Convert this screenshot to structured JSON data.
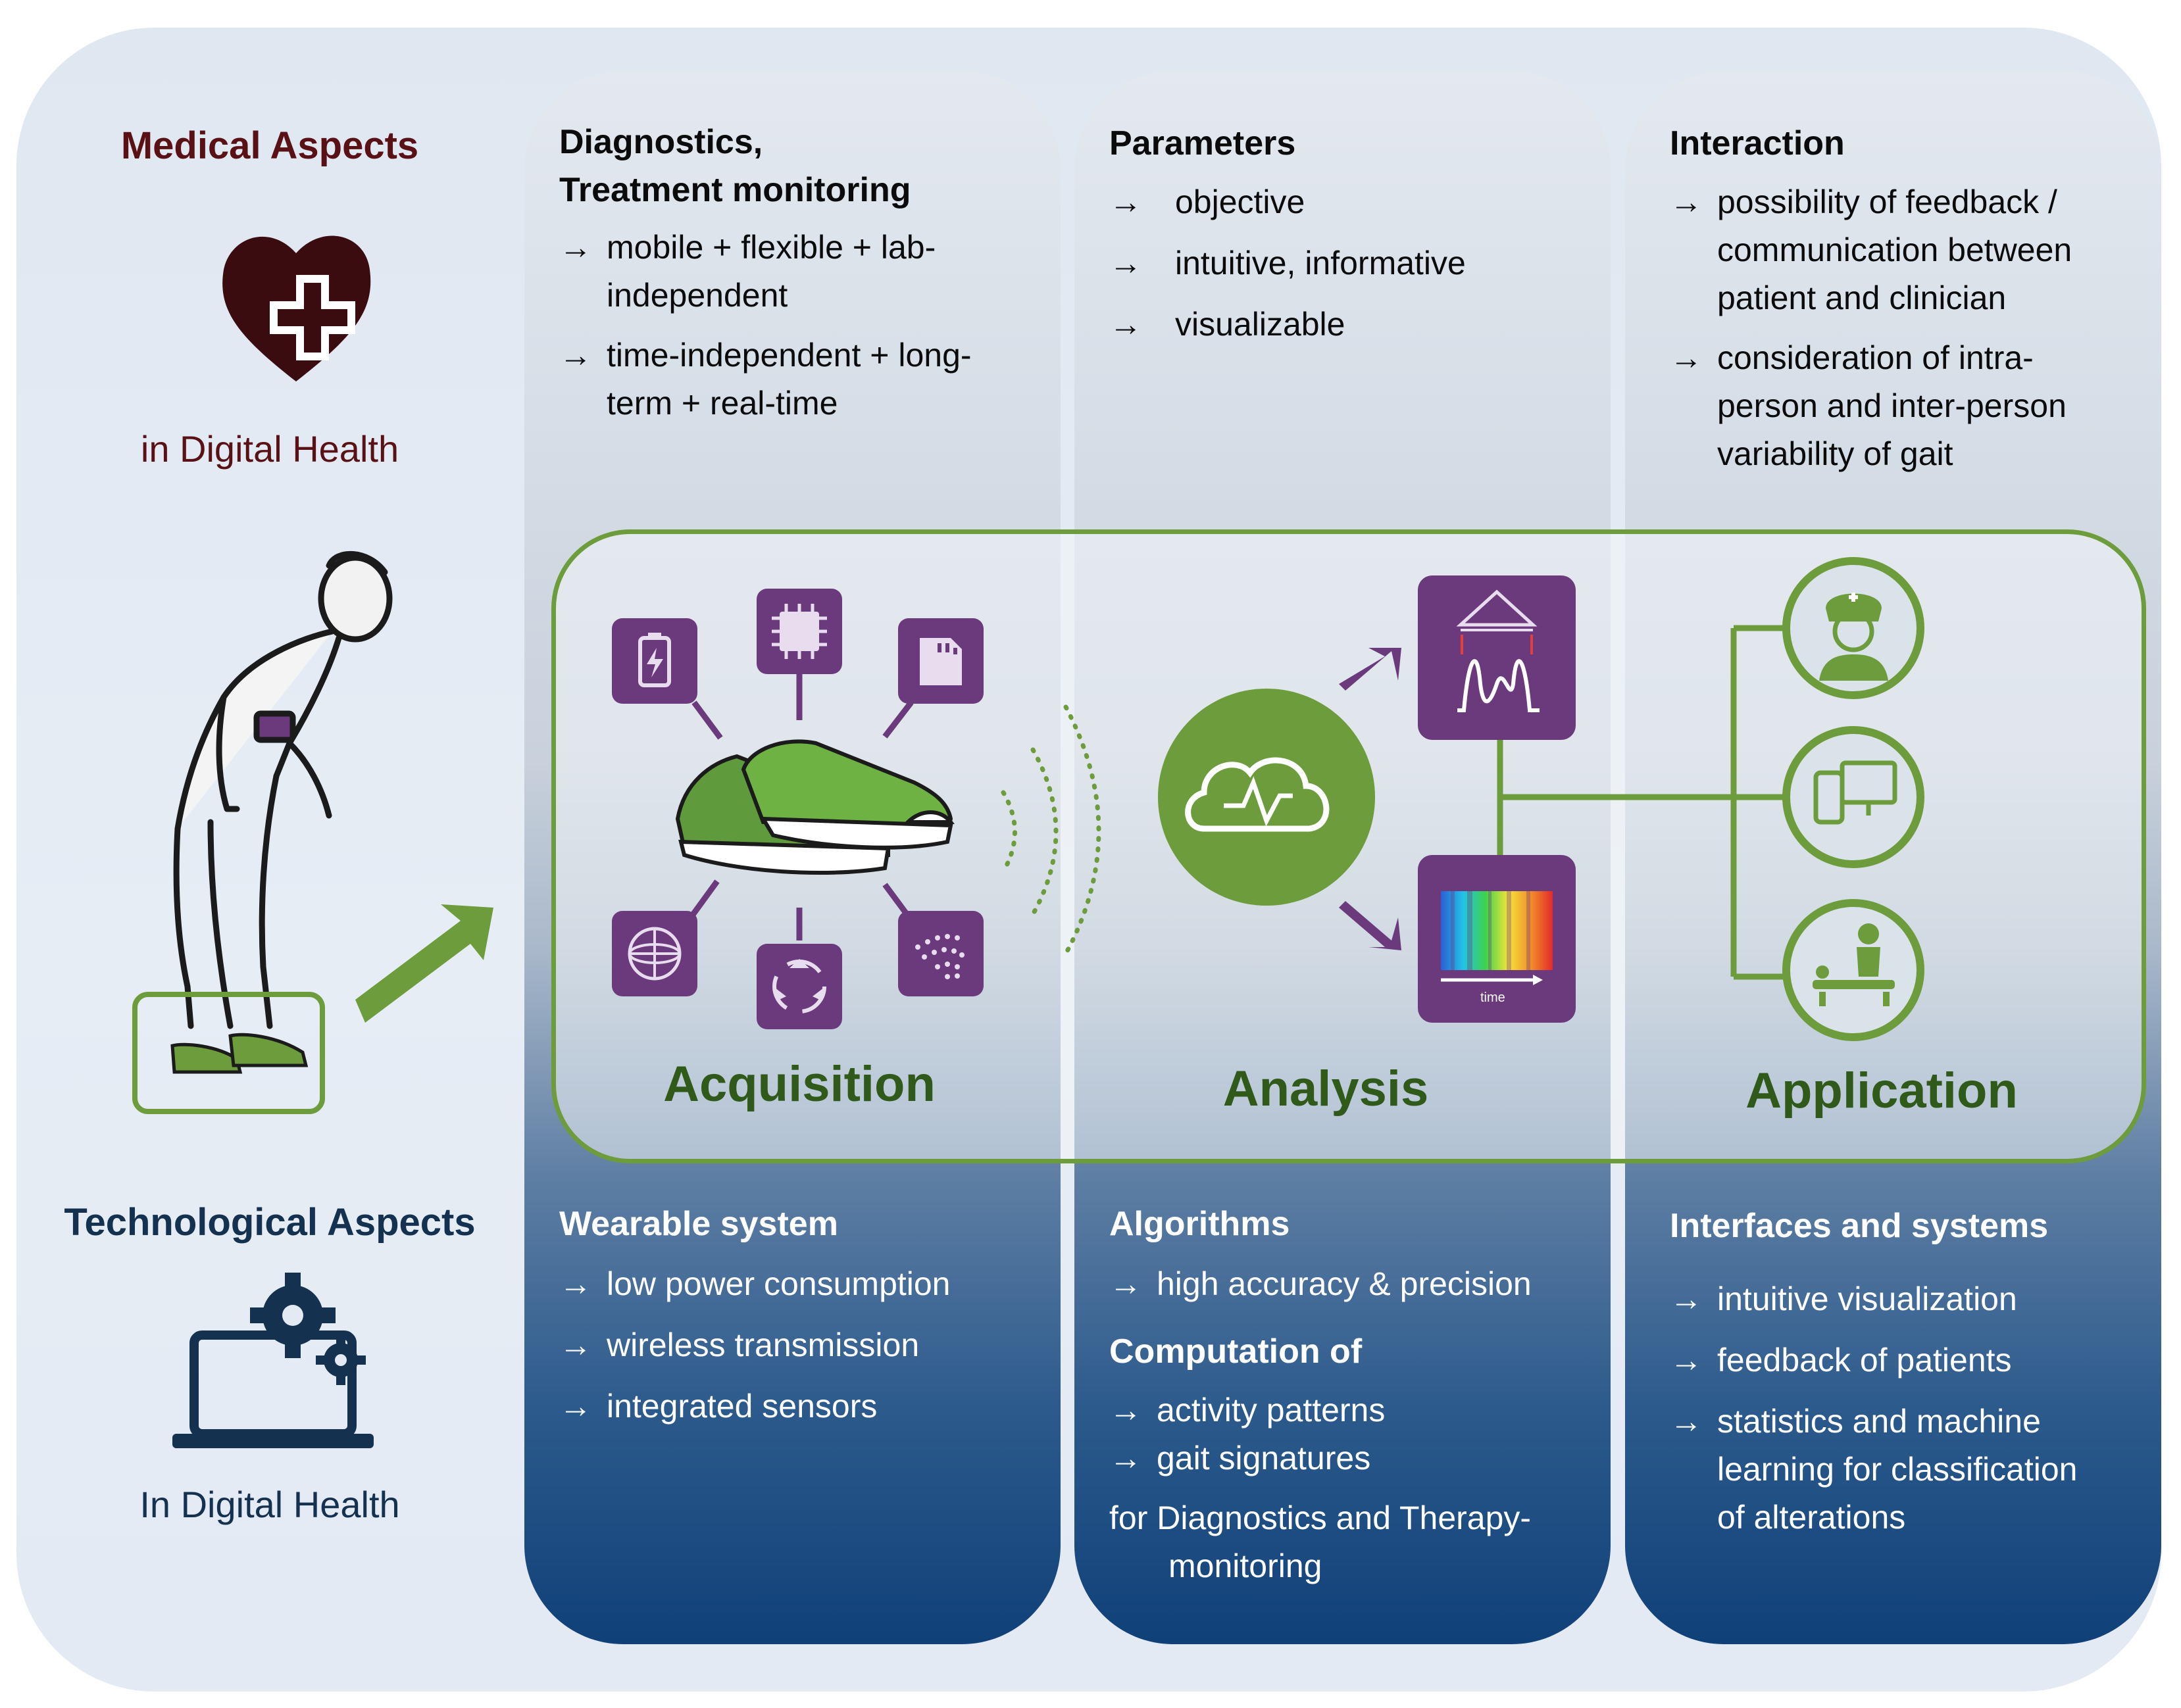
{
  "left": {
    "medical_title": "Medical Aspects",
    "medical_sub": "in Digital Health",
    "tech_title": "Technological Aspects",
    "tech_sub": "In Digital Health"
  },
  "col1_top": {
    "title_line1": "Diagnostics,",
    "title_line2": "Treatment monitoring",
    "items": [
      [
        "mobile + flexible + lab-",
        "independent"
      ],
      [
        "time-independent + long-",
        "term + real-time"
      ]
    ]
  },
  "col2_top": {
    "title": "Parameters",
    "items": [
      "objective",
      "intuitive, informative",
      "visualizable"
    ]
  },
  "col3_top": {
    "title": "Interaction",
    "items": [
      [
        "possibility of feedback /",
        "communication between",
        "patient and clinician"
      ],
      [
        "consideration of intra-",
        "person and inter-person",
        "variability of gait"
      ]
    ]
  },
  "stages": {
    "acquisition": "Acquisition",
    "analysis": "Analysis",
    "application": "Application",
    "time_label": "time"
  },
  "col1_bottom": {
    "title": "Wearable system",
    "items": [
      "low power consumption",
      "wireless transmission",
      "integrated sensors"
    ]
  },
  "col2_bottom": {
    "title": "Algorithms",
    "items": [
      "high accuracy & precision"
    ],
    "title2": "Computation of",
    "items2": [
      "activity patterns",
      "gait signatures"
    ],
    "footer_line1": "for Diagnostics and Therapy-",
    "footer_line2": "monitoring"
  },
  "col3_bottom": {
    "title": "Interfaces and systems",
    "items": [
      [
        "intuitive visualization"
      ],
      [
        "feedback of patients"
      ],
      [
        "statistics and machine",
        "learning for classification",
        "of alterations"
      ]
    ]
  },
  "colors": {
    "maroon": "#5a1116",
    "navy": "#14314f",
    "purple": "#6b3a7d",
    "green": "#6d9c3c",
    "dark_green": "#2f5a1a"
  }
}
